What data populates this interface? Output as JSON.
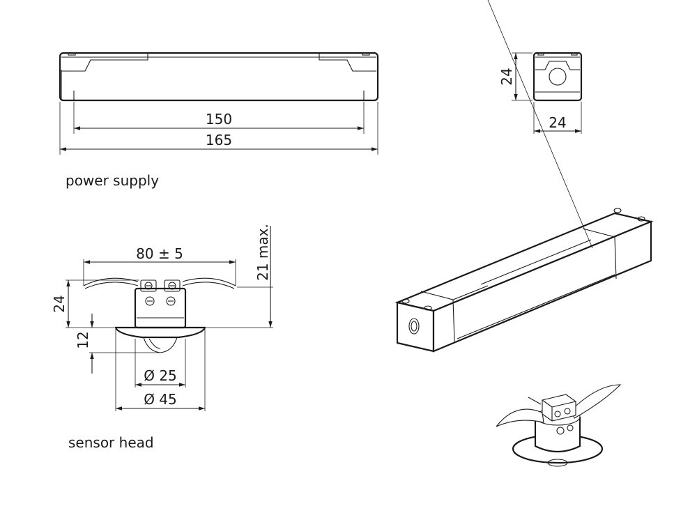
{
  "power_supply": {
    "caption": "power supply",
    "dim_inner_length": "150",
    "dim_overall_length": "165",
    "dim_end_height": "24",
    "dim_end_width": "24"
  },
  "sensor_head": {
    "caption": "sensor head",
    "dim_clip_span": "80 ± 5",
    "dim_max_height": "21 max.",
    "dim_height": "24",
    "dim_dome": "12",
    "dim_dia_inner": "Ø 25",
    "dim_dia_outer": "Ø 45"
  },
  "colors": {
    "line": "#1a1a1a",
    "background": "#ffffff"
  }
}
